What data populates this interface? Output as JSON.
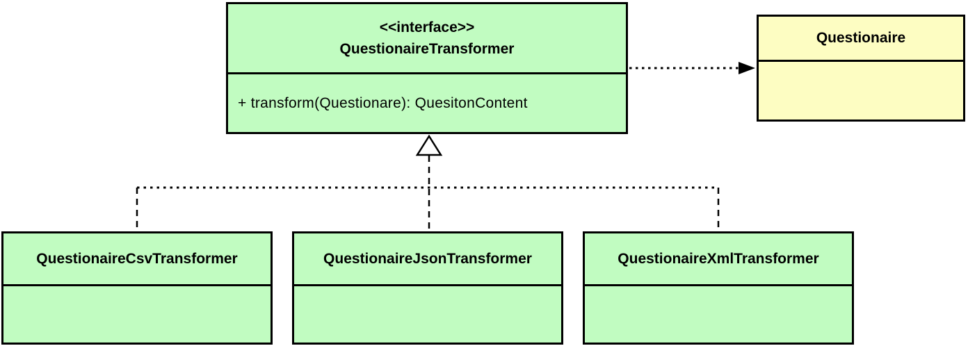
{
  "diagram": {
    "colors": {
      "green_fill": "#C1FCC1",
      "yellow_fill": "#FDFDC2",
      "border": "#000000"
    },
    "interface_class": {
      "stereotype": "<<interface>>",
      "name": "QuestionaireTransformer",
      "method": "+ transform(Questionare): QuesitonContent"
    },
    "questionaire_class": {
      "name": "Questionaire"
    },
    "subclasses": [
      {
        "name": "QuestionaireCsvTransformer"
      },
      {
        "name": "QuestionaireJsonTransformer"
      },
      {
        "name": "QuestionaireXmlTransformer"
      }
    ],
    "relationships": [
      {
        "type": "dependency",
        "from": "QuestionaireTransformer",
        "to": "Questionaire",
        "line": "dotted",
        "head": "filled-arrow"
      },
      {
        "type": "realization",
        "from": "QuestionaireCsvTransformer",
        "to": "QuestionaireTransformer",
        "line": "dashed",
        "head": "hollow-triangle"
      },
      {
        "type": "realization",
        "from": "QuestionaireJsonTransformer",
        "to": "QuestionaireTransformer",
        "line": "dashed",
        "head": "hollow-triangle"
      },
      {
        "type": "realization",
        "from": "QuestionaireXmlTransformer",
        "to": "QuestionaireTransformer",
        "line": "dashed",
        "head": "hollow-triangle"
      }
    ]
  }
}
